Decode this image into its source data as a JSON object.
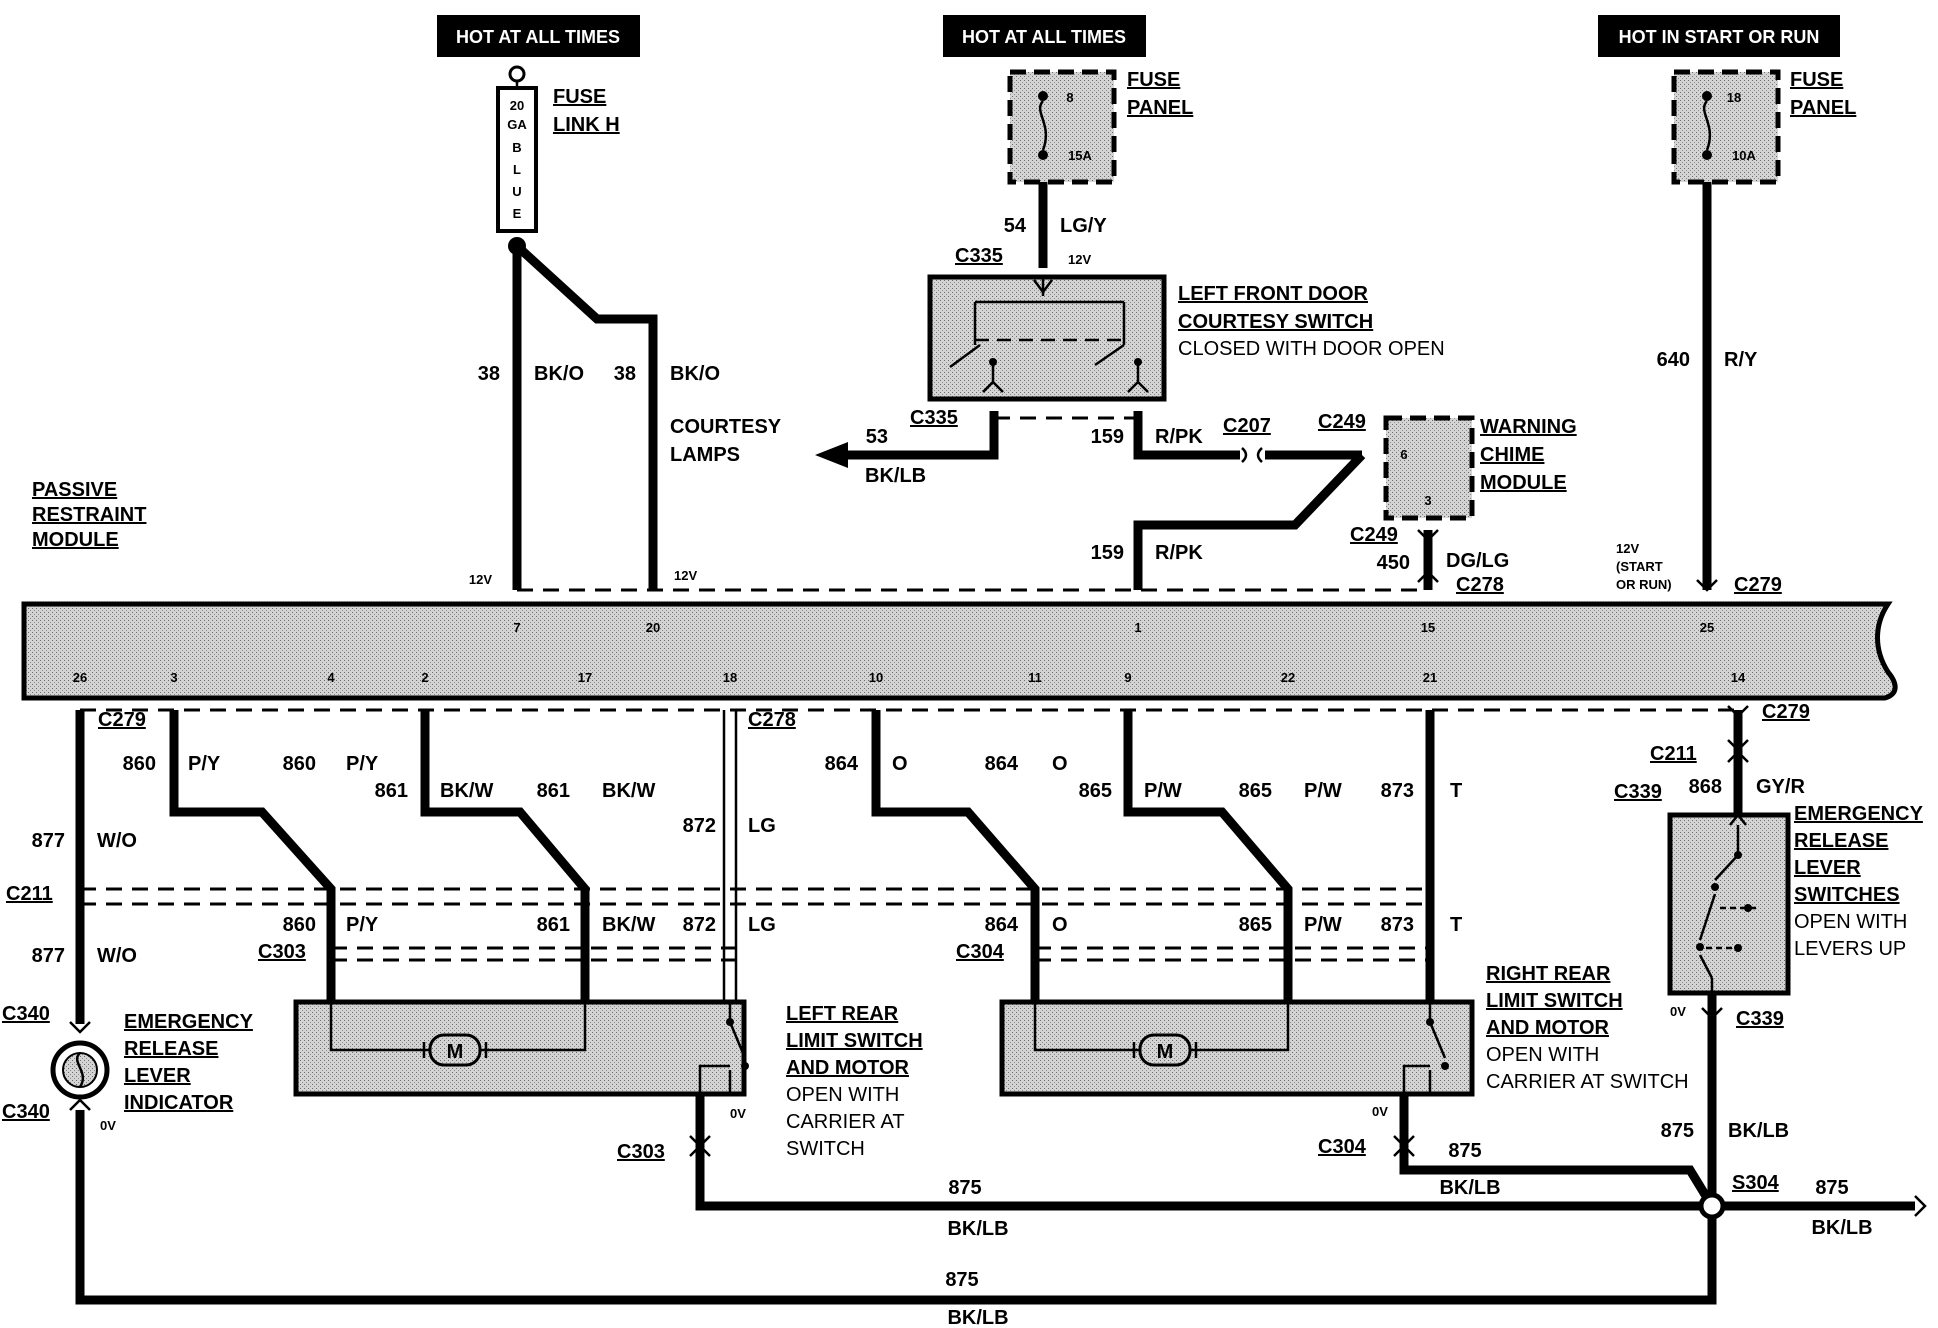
{
  "power": {
    "fuse_link_header": "HOT AT ALL TIMES",
    "fuse_panel_header": "HOT AT ALL TIMES",
    "start_run_header": "HOT IN START OR RUN",
    "fuse_link_label": [
      "FUSE",
      "LINK H"
    ],
    "fuse_link_text": [
      "20",
      "GA",
      "B",
      "L",
      "U",
      "E"
    ],
    "fuse_panel_label": [
      "FUSE",
      "PANEL"
    ],
    "fuse8": {
      "num": "8",
      "amps": "15A"
    },
    "fuse18": {
      "num": "18",
      "amps": "10A"
    }
  },
  "components": {
    "courtesy_switch": [
      "LEFT FRONT DOOR",
      "COURTESY SWITCH",
      "CLOSED WITH DOOR OPEN"
    ],
    "courtesy_lamps": [
      "COURTESY",
      "LAMPS"
    ],
    "chime": [
      "WARNING",
      "CHIME",
      "MODULE"
    ],
    "chime_pins": {
      "a": "6",
      "b": "3"
    },
    "prm": [
      "PASSIVE",
      "RESTRAINT",
      "MODULE"
    ],
    "left_rear": [
      "LEFT REAR",
      "LIMIT SWITCH",
      "AND MOTOR",
      "OPEN WITH",
      "CARRIER AT",
      "SWITCH"
    ],
    "right_rear": [
      "RIGHT REAR",
      "LIMIT SWITCH",
      "AND MOTOR",
      "OPEN WITH",
      "CARRIER AT SWITCH"
    ],
    "erl_switches": [
      "EMERGENCY",
      "RELEASE",
      "LEVER",
      "SWITCHES",
      "OPEN WITH",
      "LEVERS UP"
    ],
    "erl_indicator": [
      "EMERGENCY",
      "RELEASE",
      "LEVER",
      "INDICATOR"
    ],
    "motor": "M"
  },
  "connectors": {
    "c335": "C335",
    "c207": "C207",
    "c249": "C249",
    "c278": "C278",
    "c279": "C279",
    "c211": "C211",
    "c303": "C303",
    "c304": "C304",
    "c339": "C339",
    "c340": "C340",
    "s304": "S304"
  },
  "voltages": {
    "v12": "12V",
    "v0": "0V",
    "start_run": [
      "12V",
      "(START",
      "OR RUN)"
    ]
  },
  "pins_top": [
    "7",
    "20",
    "1",
    "15",
    "25"
  ],
  "pins_bottom": [
    "26",
    "3",
    "4",
    "2",
    "17",
    "18",
    "10",
    "11",
    "9",
    "22",
    "21",
    "14"
  ],
  "wires": {
    "w54": "54",
    "lgy": "LG/Y",
    "w38": "38",
    "bko": "BK/O",
    "w53": "53",
    "bklb": "BK/LB",
    "w159": "159",
    "rpk": "R/PK",
    "w450": "450",
    "dglg": "DG/LG",
    "w640": "640",
    "ry": "R/Y",
    "w860": "860",
    "py": "P/Y",
    "w861": "861",
    "bkw": "BK/W",
    "w872": "872",
    "lg": "LG",
    "w864": "864",
    "o": "O",
    "w865": "865",
    "pw": "P/W",
    "w873": "873",
    "t": "T",
    "w868": "868",
    "gyr": "GY/R",
    "w877": "877",
    "wo": "W/O",
    "w875": "875"
  }
}
